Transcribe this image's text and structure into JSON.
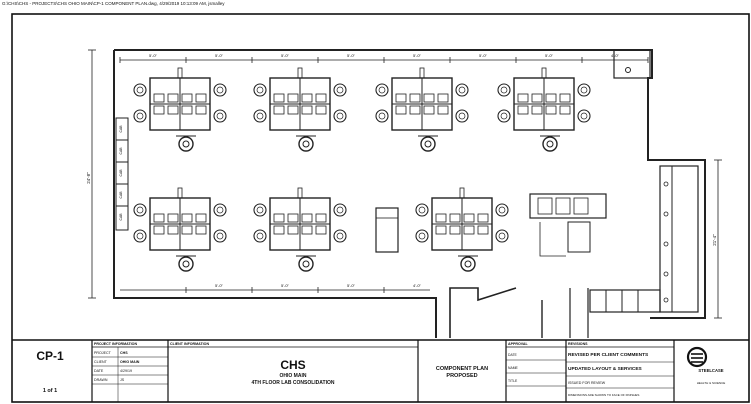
{
  "header": {
    "file_path": "G:\\CHS\\CHS - PROJECTS\\CHS OHIO MAIN\\CP-1 COMPONENT PLAN.dwg, 4/29/2019 10:13:09 AM, jsmalley"
  },
  "drawing": {
    "dimension_labels": {
      "overall_height": "24'-8\"",
      "right_height": "21'-4\"",
      "top_spans": [
        "5'-0\"",
        "5'-0\"",
        "5'-0\"",
        "5'-0\"",
        "5'-0\"",
        "5'-0\"",
        "5'-0\"",
        "4'-0\""
      ],
      "bottom_spans": [
        "5'-0\"",
        "5'-0\"",
        "5'-0\"",
        "4'-0\""
      ]
    },
    "side_unit_labels": [
      "CAB",
      "CAB",
      "CAB",
      "CAB",
      "CAB"
    ]
  },
  "title_block": {
    "sheet_number": "CP-1",
    "sheet_count": "1 of 1",
    "project_info_header": "PROJECT INFORMATION",
    "project_rows": [
      {
        "label": "PROJECT",
        "value": "CHS"
      },
      {
        "label": "CLIENT",
        "value": "OHIO MAIN"
      },
      {
        "label": "DATE",
        "value": "4/29/19"
      },
      {
        "label": "DRAWN",
        "value": "JS"
      }
    ],
    "client_info_header": "CLIENT INFORMATION",
    "client_name": "CHS",
    "client_location": "OHIO MAIN",
    "client_project": "4TH FLOOR LAB CONSOLIDATION",
    "drawing_title_line1": "COMPONENT PLAN",
    "drawing_title_line2": "PROPOSED",
    "approval_header": "APPROVAL",
    "approval_rows": [
      "DATE",
      "NAME",
      "TITLE"
    ],
    "revisions_header": "REVISIONS",
    "revision_notes": [
      "REVISED PER CLIENT COMMENTS",
      "UPDATED LAYOUT & SERVICES",
      "ISSUED FOR REVIEW"
    ],
    "note_text": "DIMENSIONS ARE SHOWN TO FACE OF FINISHES",
    "logo_text": "STEELCASE",
    "logo_subtext": "HEALTH & SCIENCE"
  }
}
